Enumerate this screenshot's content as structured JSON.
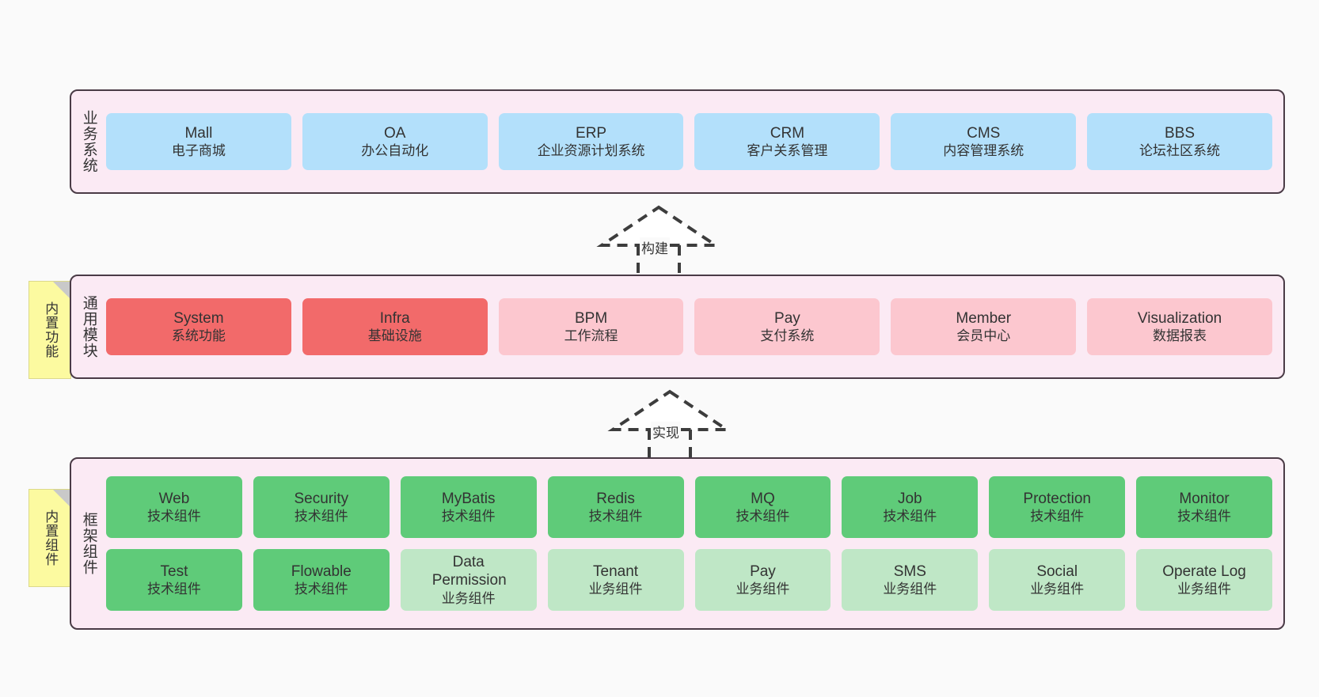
{
  "diagram": {
    "background": "#fafafa",
    "panel_fill": "#fbeaf4",
    "panel_border": "#4a3b46",
    "note_fill": "#fcfaa0"
  },
  "layers": [
    {
      "id": "business-system",
      "title": "业务系统",
      "note": null,
      "rows": [
        {
          "items": [
            {
              "en": "Mall",
              "cn": "电子商城",
              "color": "#b3e0fb",
              "style": "blue"
            },
            {
              "en": "OA",
              "cn": "办公自动化",
              "color": "#b3e0fb",
              "style": "blue"
            },
            {
              "en": "ERP",
              "cn": "企业资源计划系统",
              "color": "#b3e0fb",
              "style": "blue"
            },
            {
              "en": "CRM",
              "cn": "客户关系管理",
              "color": "#b3e0fb",
              "style": "blue"
            },
            {
              "en": "CMS",
              "cn": "内容管理系统",
              "color": "#b3e0fb",
              "style": "blue"
            },
            {
              "en": "BBS",
              "cn": "论坛社区系统",
              "color": "#b3e0fb",
              "style": "blue"
            }
          ]
        }
      ]
    },
    {
      "id": "common-module",
      "title": "通用模块",
      "note": "内置功能",
      "rows": [
        {
          "items": [
            {
              "en": "System",
              "cn": "系统功能",
              "color": "#f26a6a",
              "style": "red"
            },
            {
              "en": "Infra",
              "cn": "基础设施",
              "color": "#f26a6a",
              "style": "red"
            },
            {
              "en": "BPM",
              "cn": "工作流程",
              "color": "#fcc7cf",
              "style": "pinklight"
            },
            {
              "en": "Pay",
              "cn": "支付系统",
              "color": "#fcc7cf",
              "style": "pinklight"
            },
            {
              "en": "Member",
              "cn": "会员中心",
              "color": "#fcc7cf",
              "style": "pinklight"
            },
            {
              "en": "Visualization",
              "cn": "数据报表",
              "color": "#fcc7cf",
              "style": "pinklight"
            }
          ]
        }
      ]
    },
    {
      "id": "framework-component",
      "title": "框架组件",
      "note": "内置组件",
      "rows": [
        {
          "items": [
            {
              "en": "Web",
              "cn": "技术组件",
              "color": "#5fcb79",
              "style": "green"
            },
            {
              "en": "Security",
              "cn": "技术组件",
              "color": "#5fcb79",
              "style": "green"
            },
            {
              "en": "MyBatis",
              "cn": "技术组件",
              "color": "#5fcb79",
              "style": "green"
            },
            {
              "en": "Redis",
              "cn": "技术组件",
              "color": "#5fcb79",
              "style": "green"
            },
            {
              "en": "MQ",
              "cn": "技术组件",
              "color": "#5fcb79",
              "style": "green"
            },
            {
              "en": "Job",
              "cn": "技术组件",
              "color": "#5fcb79",
              "style": "green"
            },
            {
              "en": "Protection",
              "cn": "技术组件",
              "color": "#5fcb79",
              "style": "green"
            },
            {
              "en": "Monitor",
              "cn": "技术组件",
              "color": "#5fcb79",
              "style": "green"
            }
          ]
        },
        {
          "items": [
            {
              "en": "Test",
              "cn": "技术组件",
              "color": "#5fcb79",
              "style": "green"
            },
            {
              "en": "Flowable",
              "cn": "技术组件",
              "color": "#5fcb79",
              "style": "green"
            },
            {
              "en": "Data Permission",
              "cn": "业务组件",
              "color": "#bfe7c6",
              "style": "greenlight"
            },
            {
              "en": "Tenant",
              "cn": "业务组件",
              "color": "#bfe7c6",
              "style": "greenlight"
            },
            {
              "en": "Pay",
              "cn": "业务组件",
              "color": "#bfe7c6",
              "style": "greenlight"
            },
            {
              "en": "SMS",
              "cn": "业务组件",
              "color": "#bfe7c6",
              "style": "greenlight"
            },
            {
              "en": "Social",
              "cn": "业务组件",
              "color": "#bfe7c6",
              "style": "greenlight"
            },
            {
              "en": "Operate Log",
              "cn": "业务组件",
              "color": "#bfe7c6",
              "style": "greenlight"
            }
          ]
        }
      ]
    }
  ],
  "connectors": [
    {
      "id": "build",
      "label": "构建"
    },
    {
      "id": "implement",
      "label": "实现"
    }
  ]
}
